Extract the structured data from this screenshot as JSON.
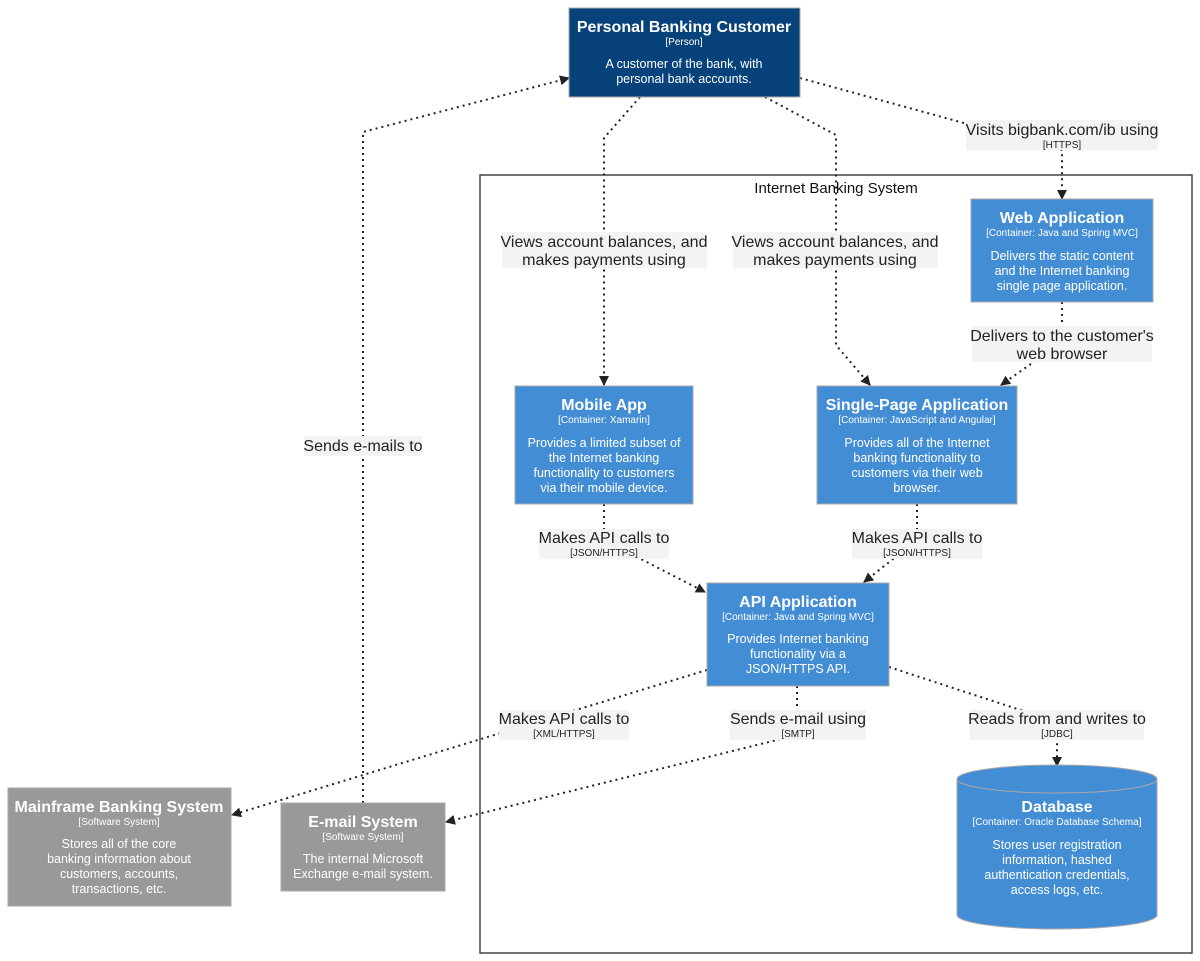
{
  "boundary": {
    "title": "Internet Banking System"
  },
  "elements": {
    "customer": {
      "title": "Personal Banking Customer",
      "type": "[Person]",
      "description": [
        "A customer of the bank, with",
        "personal bank accounts."
      ]
    },
    "web_app": {
      "title": "Web Application",
      "type": "[Container: Java and Spring MVC]",
      "description": [
        "Delivers the static content",
        "and the Internet banking",
        "single page application."
      ]
    },
    "mobile_app": {
      "title": "Mobile App",
      "type": "[Container: Xamarin]",
      "description": [
        "Provides a limited subset of",
        "the Internet banking",
        "functionality to customers",
        "via their mobile device."
      ]
    },
    "spa": {
      "title": "Single-Page Application",
      "type": "[Container: JavaScript and Angular]",
      "description": [
        "Provides all of the Internet",
        "banking functionality to",
        "customers via their web",
        "browser."
      ]
    },
    "api_app": {
      "title": "API Application",
      "type": "[Container: Java and Spring MVC]",
      "description": [
        "Provides Internet banking",
        "functionality via a",
        "JSON/HTTPS API."
      ]
    },
    "database": {
      "title": "Database",
      "type": "[Container: Oracle Database Schema]",
      "description": [
        "Stores user registration",
        "information, hashed",
        "authentication credentials,",
        "access logs, etc."
      ]
    },
    "mainframe": {
      "title": "Mainframe Banking System",
      "type": "[Software System]",
      "description": [
        "Stores all of the core",
        "banking information about",
        "customers, accounts,",
        "transactions, etc."
      ]
    },
    "email": {
      "title": "E-mail System",
      "type": "[Software System]",
      "description": [
        "The internal Microsoft",
        "Exchange e-mail system."
      ]
    }
  },
  "relationships": {
    "visits": {
      "text": [
        "Visits bigbank.com/ib using"
      ],
      "tech": "[HTTPS]"
    },
    "views_mobile": {
      "text": [
        "Views account balances, and",
        "makes payments using"
      ],
      "tech": ""
    },
    "views_spa": {
      "text": [
        "Views account balances, and",
        "makes payments using"
      ],
      "tech": ""
    },
    "delivers": {
      "text": [
        "Delivers to the customer's",
        "web browser"
      ],
      "tech": ""
    },
    "sends_emails": {
      "text": [
        "Sends e-mails to"
      ],
      "tech": ""
    },
    "mobile_api": {
      "text": [
        "Makes API calls to"
      ],
      "tech": "[JSON/HTTPS]"
    },
    "spa_api": {
      "text": [
        "Makes API calls to"
      ],
      "tech": "[JSON/HTTPS]"
    },
    "api_mainframe": {
      "text": [
        "Makes API calls to"
      ],
      "tech": "[XML/HTTPS]"
    },
    "api_email": {
      "text": [
        "Sends e-mail using"
      ],
      "tech": "[SMTP]"
    },
    "api_db": {
      "text": [
        "Reads from and writes to"
      ],
      "tech": "[JDBC]"
    }
  },
  "colors": {
    "person": "#08427b",
    "container": "#438dd5",
    "external_system": "#999999",
    "relationship": "#222222",
    "label_background": "#f3f3f3"
  }
}
